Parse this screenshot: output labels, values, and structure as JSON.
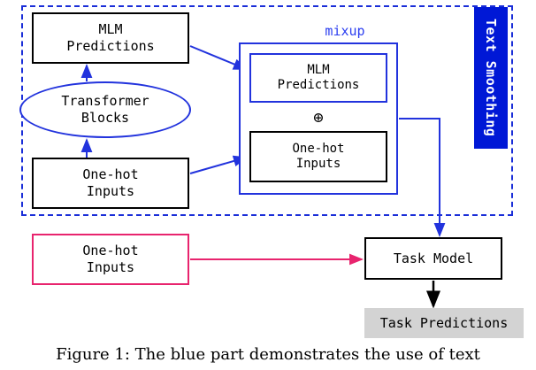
{
  "figure": {
    "caption": "Figure 1:  The blue part demonstrates the use of text",
    "text_smoothing_label": "Text Smoothing",
    "mixup_label": "mixup",
    "plus_symbol": "⊕"
  },
  "nodes": {
    "mlm_predictions_top": {
      "line1": "MLM",
      "line2": "Predictions"
    },
    "transformer_blocks": {
      "line1": "Transformer",
      "line2": "Blocks"
    },
    "onehot_inputs_top": {
      "line1": "One-hot",
      "line2": "Inputs"
    },
    "mlm_predictions_mixup": {
      "line1": "MLM",
      "line2": "Predictions"
    },
    "onehot_inputs_mixup": {
      "line1": "One-hot",
      "line2": "Inputs"
    },
    "onehot_inputs_bottom": {
      "line1": "One-hot",
      "line2": "Inputs"
    },
    "task_model": {
      "line1": "Task Model"
    },
    "task_predictions": {
      "line1": "Task Predictions"
    }
  },
  "colors": {
    "blue_fill": "#0018d6",
    "blue_stroke": "#2233dd",
    "dashed_border": "#1a2ed8",
    "pink_stroke": "#e8246e",
    "black": "#000000",
    "gray_fill": "#d3d3d3",
    "white": "#ffffff"
  }
}
